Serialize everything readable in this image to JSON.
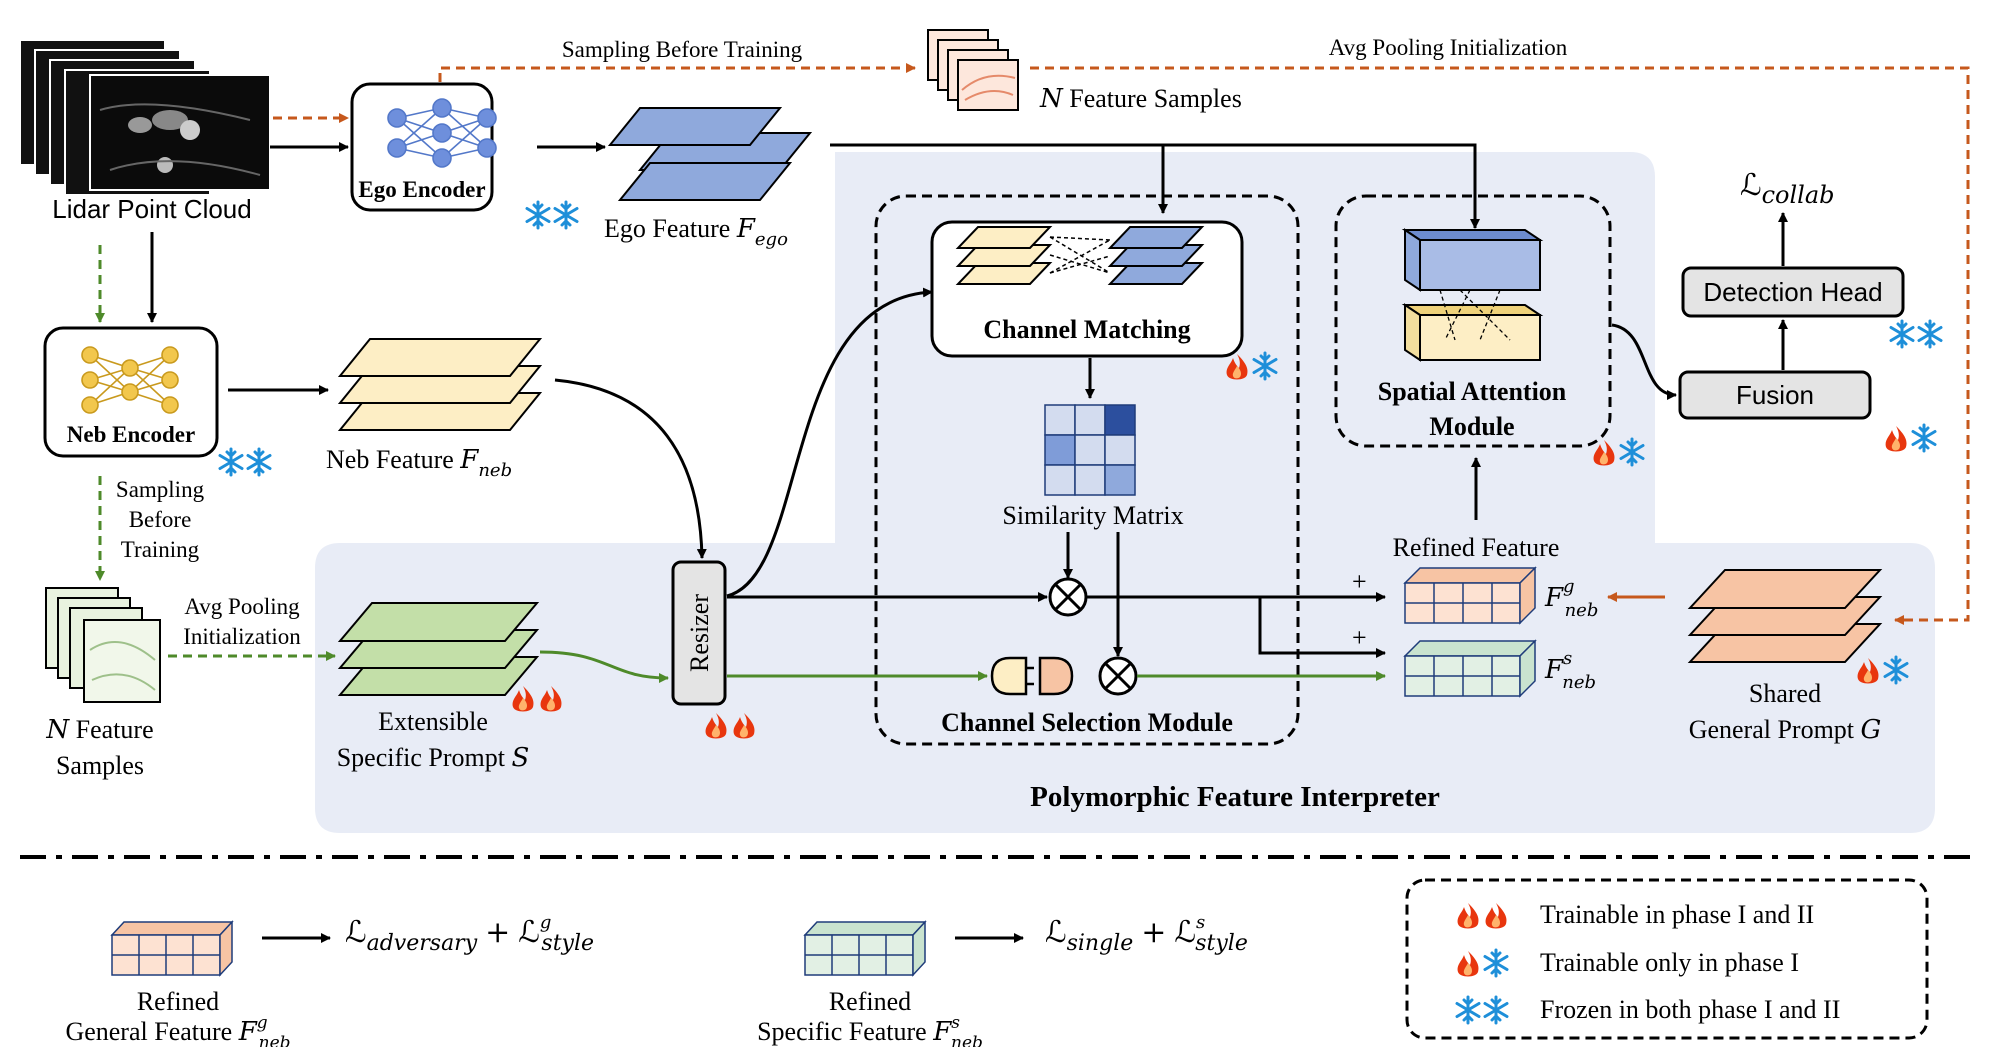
{
  "labels": {
    "lidar": "Lidar Point Cloud",
    "ego_encoder": "Ego Encoder",
    "neb_encoder": "Neb Encoder",
    "sampling_top": "Sampling Before Training",
    "avg_pool_top": "Avg Pooling Initialization",
    "n_feature_samples_top": "Feature Samples",
    "n_symbol": "N",
    "ego_feature": "Ego Feature",
    "neb_feature": "Neb Feature",
    "sampling_left_1": "Sampling",
    "sampling_left_2": "Before",
    "sampling_left_3": "Training",
    "avg_pool_left_1": "Avg Pooling",
    "avg_pool_left_2": "Initialization",
    "n_feature_left_1": "Feature",
    "n_feature_left_2": "Samples",
    "extensible_1": "Extensible",
    "extensible_2": "Specific Prompt",
    "resizer": "Resizer",
    "channel_matching": "Channel Matching",
    "similarity_matrix": "Similarity Matrix",
    "channel_selection": "Channel Selection Module",
    "spatial_attention_1": "Spatial Attention",
    "spatial_attention_2": "Module",
    "refined_feature": "Refined Feature",
    "detection_head": "Detection Head",
    "fusion": "Fusion",
    "shared_1": "Shared",
    "shared_2": "General Prompt",
    "pfi": "Polymorphic Feature Interpreter",
    "plus": "+"
  },
  "math": {
    "f_ego": "F",
    "f_ego_sub": "ego",
    "f_neb": "F",
    "f_neb_sub": "neb",
    "s_sym": "S",
    "g_sym": "G",
    "l_collab": "ℒ",
    "l_collab_sub": "collab",
    "fg_sup": "g",
    "fs_sup": "s"
  },
  "legend": {
    "refined_general_1": "Refined",
    "refined_general_2": "General Feature",
    "refined_specific_1": "Refined",
    "refined_specific_2": "Specific Feature",
    "loss_general": "ℒ",
    "loss_general_a": "adversary",
    "loss_general_b": "style",
    "loss_specific_a": "single",
    "loss_specific_b": "style",
    "plus": "+",
    "phase_both": "Trainable in phase I and II",
    "phase_one": "Trainable only in phase I",
    "phase_frozen": "Frozen in both phase I and II"
  },
  "colors": {
    "panel_bg": "#e8ecf6",
    "ego_blue": "#8fa9dc",
    "neb_yellow": "#fdeec5",
    "prompt_green": "#c3dfa8",
    "shared_orange": "#f7c4a4",
    "orange_arrow": "#c6581c",
    "green_arrow": "#4e8a2a",
    "box_gray": "#e4e4e4",
    "flame": "#e8360e",
    "snow": "#1e8fd9"
  }
}
